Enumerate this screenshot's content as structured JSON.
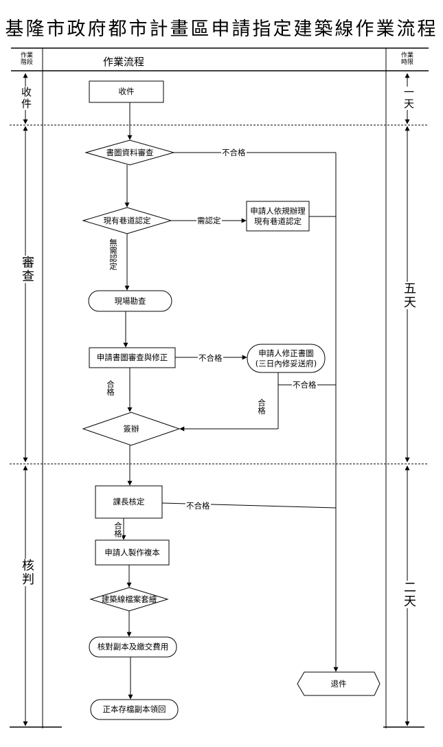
{
  "title": "基隆市政府都市計畫區申請指定建築線作業流程",
  "header": {
    "stage_col": "作業\n階段",
    "flow_col": "作業流程",
    "time_col": "作業\n時限"
  },
  "stages": {
    "receive": "收件",
    "review": "審查",
    "approve": "核判"
  },
  "time_limits": {
    "receive": "一天",
    "review": "五天",
    "approve": "二天"
  },
  "nodes": {
    "receive": "收件",
    "document_check": "書圖資料審查",
    "lane_check": "現有巷道認定",
    "applicant_lane": "申請人依規辦理\n現有巷道認定",
    "site_survey": "現場勘查",
    "plan_review": "申請書圖審查與修正",
    "applicant_fix": "申請人修正書圖\n(三日內修妥送府)",
    "sign": "簽辦",
    "chief_approve": "課長核定",
    "copy": "申請人製作複本",
    "archive_draw": "建築線檔案套繪",
    "verify_fee": "核對副本及繳交費用",
    "final": "正本存檔副本領回",
    "return": "退件"
  },
  "edge_labels": {
    "fail_doc": "不合格",
    "need_lane": "需認定",
    "no_need": "無需認定",
    "fail_review": "不合格",
    "pass_review": "合格",
    "fail_fix": "不合格",
    "pass_fix": "合格",
    "fail_chief": "不合格",
    "pass_chief": "合格"
  }
}
